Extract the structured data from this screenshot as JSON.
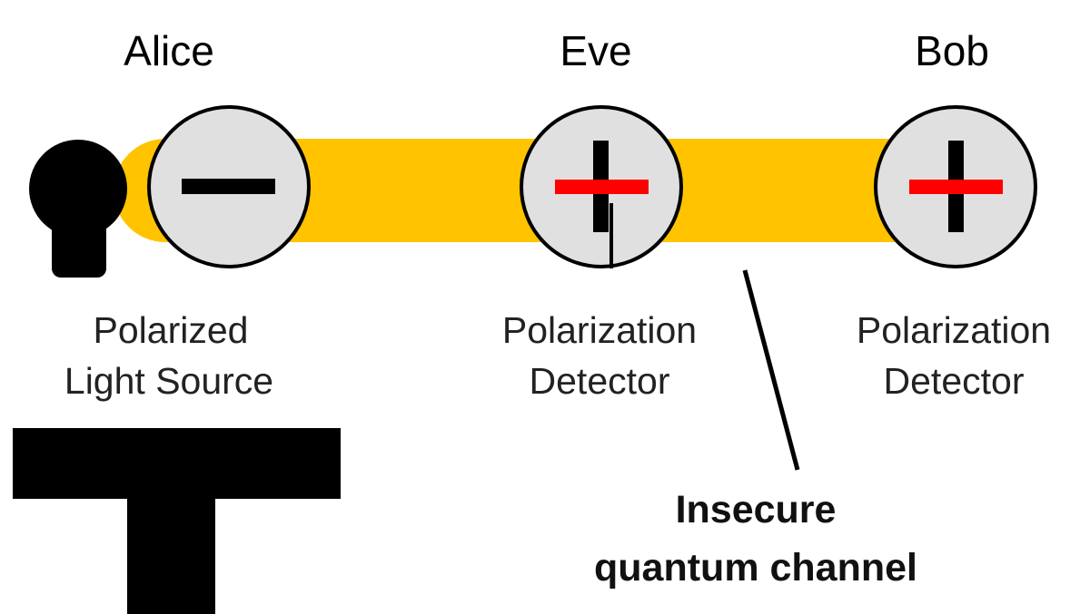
{
  "parties": {
    "alice": "Alice",
    "eve": "Eve",
    "bob": "Bob"
  },
  "devices": {
    "alice": {
      "line1": "Polarized",
      "line2": "Light Source",
      "symbol": "horizontal-polarizer"
    },
    "eve": {
      "line1": "Polarization",
      "line2": "Detector",
      "symbol": "rectilinear-detector"
    },
    "bob": {
      "line1": "Polarization",
      "line2": "Detector",
      "symbol": "rectilinear-detector"
    }
  },
  "channel": {
    "line1": "Insecure",
    "line2": "quantum channel"
  },
  "colors": {
    "channel": "#FFC300",
    "device_fill": "#E0E0E0",
    "outline": "#000000",
    "detector_axis": "#FF0000"
  },
  "icons": [
    "light-bulb-icon",
    "polarizer-icon",
    "detector-icon"
  ]
}
